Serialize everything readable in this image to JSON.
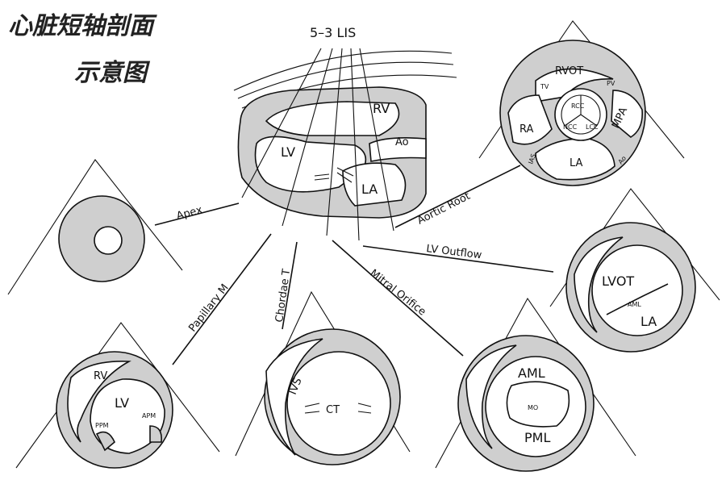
{
  "title": {
    "line1": "心脏短轴剖面",
    "line2": "示意图"
  },
  "probe": "5–3 LIS",
  "heart": {
    "rv": "RV",
    "lv": "LV",
    "ao": "Ao",
    "la": "LA"
  },
  "leaders": {
    "apex": "Apex",
    "papillary": "Papillary M",
    "chordae": "Chordae T",
    "mitral": "Mitral Orifice",
    "outflow": "LV Outflow",
    "aortic": "Aortic Root"
  },
  "views": {
    "aortic_root": {
      "rvot": "RVOT",
      "tv": "TV",
      "pv": "PV",
      "ra": "RA",
      "mpa": "MPA",
      "ias": "IAS",
      "la": "LA",
      "ao": "Ao",
      "rcc": "RCC",
      "lcc": "LCC",
      "ncc": "NCC"
    },
    "lv_outflow": {
      "lvot": "LVOT",
      "aml": "AML",
      "la": "LA"
    },
    "mitral": {
      "aml": "AML",
      "mo": "MO",
      "pml": "PML"
    },
    "chordae": {
      "ivs": "IVS",
      "ct": "CT"
    },
    "papillary": {
      "rv": "RV",
      "lv": "LV",
      "ppm": "PPM",
      "apm": "APM"
    }
  }
}
